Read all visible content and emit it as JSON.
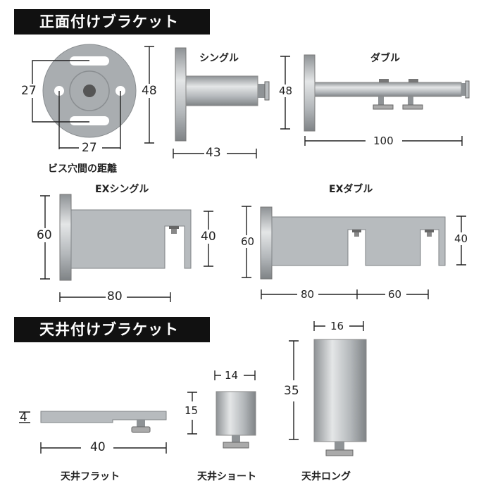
{
  "sections": {
    "wall": {
      "title": "正面付けブラケット"
    },
    "ceiling": {
      "title": "天井付けブラケット"
    }
  },
  "parts": {
    "plate": {
      "caption": "ビス穴間の距離",
      "dim_h": "27",
      "dim_v": "27",
      "dim_height": "48"
    },
    "single": {
      "caption": "シングル",
      "dim_depth": "43"
    },
    "double": {
      "caption": "ダブル",
      "dim_height": "48",
      "dim_depth": "100"
    },
    "ex_single": {
      "caption": "EXシングル",
      "dim_height": "60",
      "dim_slot": "40",
      "dim_depth": "80"
    },
    "ex_double": {
      "caption": "EXダブル",
      "dim_height": "60",
      "dim_slot": "40",
      "dim_depth1": "80",
      "dim_depth2": "60"
    },
    "flat": {
      "caption": "天井フラット",
      "dim_thickness": "4",
      "dim_length": "40"
    },
    "short": {
      "caption": "天井ショート",
      "dim_width": "14",
      "dim_height": "15"
    },
    "long": {
      "caption": "天井ロング",
      "dim_width": "16",
      "dim_height": "35"
    }
  },
  "colors": {
    "metal": "#b9bdc0",
    "metal_dark": "#8f9396",
    "header_bg": "#111111"
  }
}
